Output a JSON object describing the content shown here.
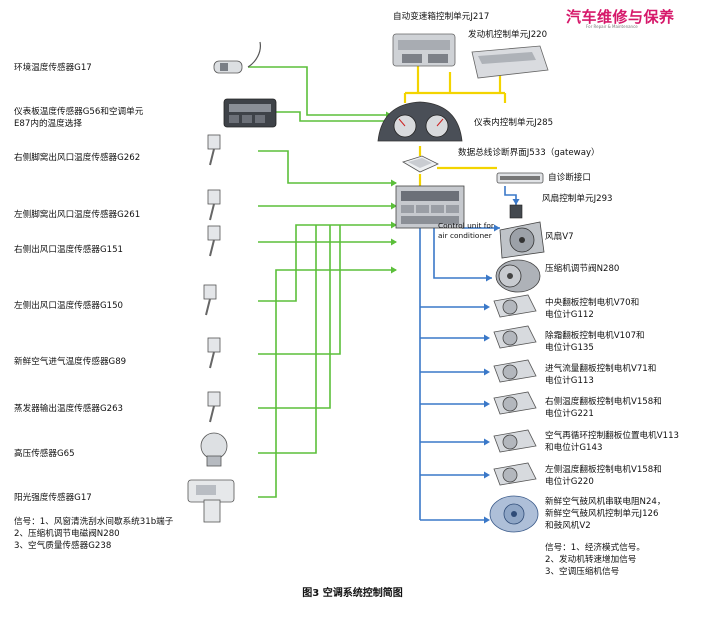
{
  "brand": {
    "name": "汽车维修与保养",
    "subtitle": "For Repair & Maintenance"
  },
  "top": {
    "gearbox_ecu": "自动变速箱控制单元J217",
    "engine_ecu": "发动机控制单元J220",
    "cluster": "仪表内控制单元J285",
    "gateway": "数据总线诊断界面J533（gateway）",
    "diag_port": "自诊断接口",
    "fan_ctrl": "风扇控制单元J293",
    "ac_unit_label": "Control unit for air conditioner",
    "fan": "风扇V7",
    "compressor": "压缩机调节阀N280"
  },
  "inputs": [
    {
      "lines": [
        "环境温度传感器G17"
      ]
    },
    {
      "lines": [
        "仪表板温度传感器G56和空调单元",
        "E87内的温度选择"
      ]
    },
    {
      "lines": [
        "右侧脚窝出风口温度传感器G262"
      ]
    },
    {
      "lines": [
        "左侧脚窝出风口温度传感器G261"
      ]
    },
    {
      "lines": [
        "右侧出风口温度传感器G151"
      ]
    },
    {
      "lines": [
        "左侧出风口温度传感器G150"
      ]
    },
    {
      "lines": [
        "新鲜空气进气温度传感器G89"
      ]
    },
    {
      "lines": [
        "蒸发器输出温度传感器G263"
      ]
    },
    {
      "lines": [
        "高压传感器G65"
      ]
    },
    {
      "lines": [
        "阳光强度传感器G17"
      ]
    }
  ],
  "input_signals": [
    "信号：1、风窗清洗刮水间歇系统31b端子",
    "2、压缩机调节电磁阀N280",
    "3、空气质量传感器G238"
  ],
  "outputs": [
    {
      "lines": [
        "中央翻板控制电机V70和",
        "电位计G112"
      ]
    },
    {
      "lines": [
        "除霜翻板控制电机V107和",
        "电位计G135"
      ]
    },
    {
      "lines": [
        "进气流量翻板控制电机V71和",
        "电位计G113"
      ]
    },
    {
      "lines": [
        "右侧温度翻板控制电机V158和",
        "电位计G221"
      ]
    },
    {
      "lines": [
        "空气再循环控制翻板位置电机V113",
        "和电位计G143"
      ]
    },
    {
      "lines": [
        "左侧温度翻板控制电机V158和",
        "电位计G220"
      ]
    },
    {
      "lines": [
        "新鲜空气鼓风机串联电阻N24，",
        "新鲜空气鼓风机控制单元J126",
        "和鼓风机V2"
      ]
    }
  ],
  "output_signals": [
    "信号：1、经济模式信号。",
    "2、发动机转速增加信号",
    "3、空调压缩机信号"
  ],
  "caption": "图3  空调系统控制简图",
  "colors": {
    "input_line": "#5bbf3a",
    "output_line": "#3a78c8",
    "bus": "#f3d400",
    "brand": "#d6186a"
  }
}
